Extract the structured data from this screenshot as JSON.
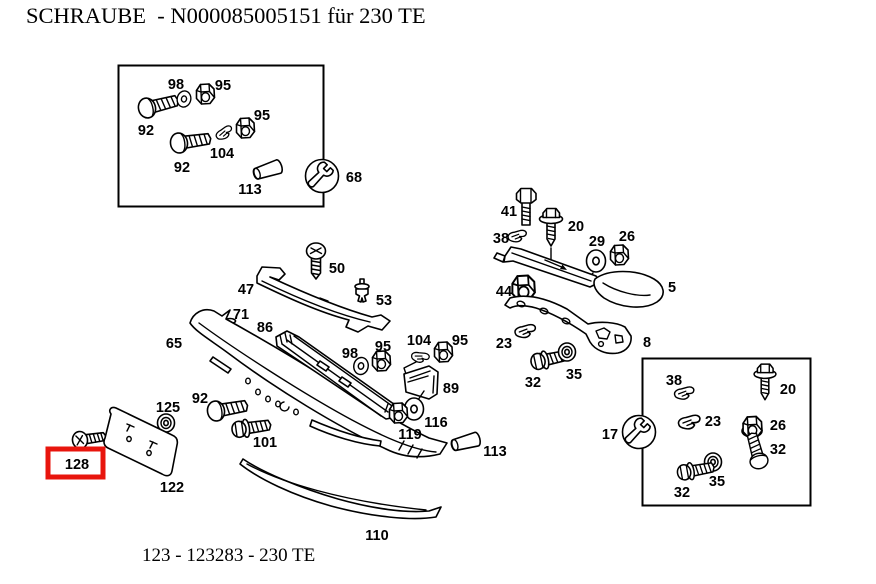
{
  "header": {
    "title": "SCHRAUBE  - N000085005151 für 230 TE"
  },
  "footer": {
    "caption": "123 - 123283 - 230 TE"
  },
  "diagram": {
    "highlight": {
      "part_number": "128",
      "color": "#e8150d"
    },
    "colors": {
      "line": "#000000",
      "background": "#ffffff"
    },
    "icons": {
      "tool": "wrench"
    },
    "parts": {
      "p5": "5",
      "p8": "8",
      "p17": "17",
      "p20": "20",
      "p23": "23",
      "p26": "26",
      "p29": "29",
      "p32": "32",
      "p35": "35",
      "p38": "38",
      "p41": "41",
      "p44": "44",
      "p47": "47",
      "p50": "50",
      "p53": "53",
      "p65": "65",
      "p68": "68",
      "p71": "71",
      "p86": "86",
      "p89": "89",
      "p92": "92",
      "p95": "95",
      "p98": "98",
      "p101": "101",
      "p104": "104",
      "p110": "110",
      "p113": "113",
      "p116": "116",
      "p119": "119",
      "p122": "122",
      "p125": "125",
      "p128": "128"
    }
  }
}
